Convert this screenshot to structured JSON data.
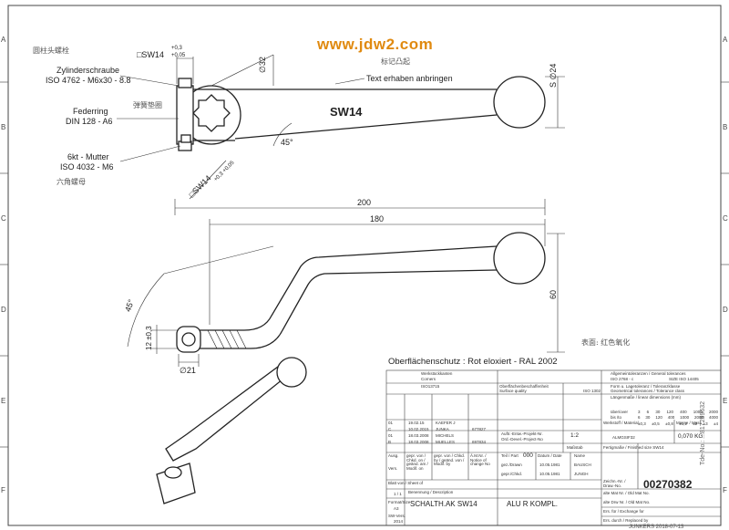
{
  "watermark": "www.jdw2.com",
  "edge_letters": [
    "A",
    "B",
    "C",
    "D",
    "E",
    "F"
  ],
  "side_strip": "Tde-No.: ...817299632",
  "notes_cn": {
    "cylinder_bolt": "圆柱头螺栓",
    "emboss": "标记凸起",
    "spring_washer": "弹簧垫圈",
    "hex_nut": "六角螺母",
    "surface": "表面: 红色氧化"
  },
  "callouts": {
    "cylinder_screw_1": "Zylinderschraube",
    "cylinder_screw_2": "ISO 4762 - M6x30 - 8.8",
    "spring_ring_1": "Federring",
    "spring_ring_2": "DIN 128 - A6",
    "nut_1": "6kt - Mutter",
    "nut_2": "ISO 4032 - M6",
    "text_raised": "Text erhaben anbringen",
    "sw_top": "□SW14",
    "sw_top_tol_up": "+0,3",
    "sw_top_tol_lo": "+0,05",
    "sw_diag": "□SW14",
    "sw_diag_tol": "+0,3 +0,05",
    "part_text": "SW14"
  },
  "dimensions": {
    "dia32": "∅32",
    "dia24": "S ∅24",
    "angle45_top": "45°",
    "len200": "200",
    "len180": "180",
    "h60": "60",
    "angle45_side": "45°",
    "h12": "12 ±0,3",
    "dia21": "∅21"
  },
  "surface_protection": "Oberflächenschutz : Rot eloxiert - RAL 2002",
  "title_block": {
    "workpiece_edges": "Werkstückkanten",
    "corners": "Corners",
    "iso13715": "ISO13715",
    "surface_quality_de": "Oberflächenbeschaffenheit",
    "surface_quality_en": "Surface quality",
    "iso1302": "ISO 1302",
    "general_tol_de": "Allgemeintoleranzen / General tolerances",
    "iso2768": "ISO 2768 - c",
    "size_iso": "SIZE ISO 14405",
    "form_tol": "Form u. Lagetoleranz / Toleranzklasse",
    "geom_tol": "Geometrical tolerances / Tolerance class",
    "lin_dim": "Längenmaße / linear dimensions (mm)",
    "over": "über/over",
    "upto": "bis /to",
    "over_vals": [
      "3",
      "6",
      "30",
      "120",
      "400",
      "1000",
      "2000"
    ],
    "upto_vals": [
      "6",
      "30",
      "120",
      "400",
      "1000",
      "2000",
      "4000"
    ],
    "tol_vals": [
      "±0,3",
      "±0,5",
      "±0,8",
      "±1,2",
      "±2",
      "±3",
      "±4"
    ],
    "rev_rows": [
      {
        "rev": "01",
        "date": "19.02.15",
        "name": "KAEFER J",
        "no": ""
      },
      {
        "rev": "C",
        "date": "10.02.2015",
        "name": "JUNKA",
        "no": "677827"
      },
      {
        "rev": "01",
        "date": "18.03.2008",
        "name": "MICHELS",
        "no": ""
      },
      {
        "rev": "B",
        "date": "18.03.2008",
        "name": "MUELLES",
        "no": "697834"
      }
    ],
    "order_de": "Auftr.-Entw.-Projekt-Nr.",
    "order_en": "Ord.-Devel.-Project-No",
    "scale": "1:2",
    "material_label": "Werkstoff / Material",
    "material": "ALMGSIF32",
    "mass_label": "Masse / Mass",
    "mass": "0,070 KG",
    "scale_label": "Maßstab",
    "finished": "Fertigmaße / Finished size  SW14",
    "ausg": "Ausg.",
    "vers": "Vers.",
    "chkd": "gepr. von / Chkd. on / geänd. am / Modif. on",
    "chkd2": "gepr. von / Chkd. by / geänd. von / Modif. by",
    "change_no": "Ä.M.Nr. / Notice of change No",
    "part_label": "Teil / Part",
    "part_no": "000",
    "date_label": "Datum / Date",
    "name_label": "Name",
    "drawn": "gez./Drawn",
    "drawn_date": "10.05.1981",
    "drawn_name": "BAUSCH",
    "checked": "gepr./Chkd.",
    "checked_date": "10.05.1981",
    "checked_name": "JUNGH",
    "sheet_label": "Blatt von / Sheet of",
    "sheet": "1 / 1",
    "format_label": "Format/Size",
    "format": "A3",
    "sw_label": "SW-Vers.",
    "sw_vers": "2014",
    "designation_label": "Benennung / Description",
    "designation": "SCHALTH.AK SW14",
    "designation_2": "ALU    R  KOMPL.",
    "drawing_no_label": "Zeichn.-Nr. / Draw.-No.",
    "drawing_no": "00270382",
    "old_mat": "alte Mat Nr. / Old Mat No.",
    "old_drw": "alte Drw Nr. / Old Mat No.",
    "replace": "Ers. für / Exchange for",
    "replaced": "Ers. durch / Replaced by",
    "bottom": "JUNKERS 2018-07-13"
  }
}
